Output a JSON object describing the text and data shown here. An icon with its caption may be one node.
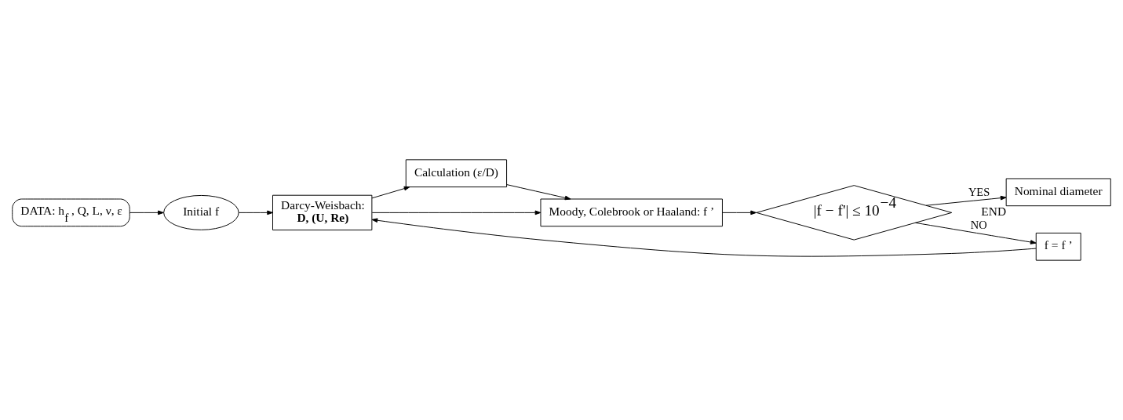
{
  "diagram": {
    "nodes": [
      {
        "text": [
          "DATA: h$_{f}$ , Q, L, ν, ε"
        ]
      },
      {
        "text": [
          "Initial f"
        ]
      },
      {
        "text": [
          "Darcy-Weisbach: **D, (U, Re)**"
        ]
      },
      {
        "text": [
          "Calculation (ε/D)"
        ]
      },
      {
        "text": [
          "Moody, Colebrook or Haaland: f ’"
        ]
      },
      {
        "text": [
          "|f − f'| ≤ 10$^{−4}$"
        ]
      },
      {
        "text": [
          "Nominal diameter"
        ],
        "beside": [
          "END"
        ]
      },
      {
        "text": [
          "f = f ’"
        ]
      }
    ],
    "edges": [
      {
        "from": 0,
        "to": 1,
        "arrow": "to"
      },
      {
        "from": 1,
        "to": 2,
        "arrow": "to"
      },
      {
        "from": 2,
        "to": 3,
        "arrow": "to"
      },
      {
        "from": 2,
        "to": 4,
        "arrow": "to"
      },
      {
        "from": 3,
        "to": 4,
        "arrow": "to"
      },
      {
        "from": 4,
        "to": 5,
        "arrow": "to"
      },
      {
        "from": 5,
        "to": 6,
        "arrow": "to",
        "label": "YES"
      },
      {
        "from": 5,
        "to": 7,
        "arrow": "to",
        "label": "NO"
      },
      {
        "from": 7,
        "to": 2,
        "arrow": "to"
      }
    ]
  }
}
